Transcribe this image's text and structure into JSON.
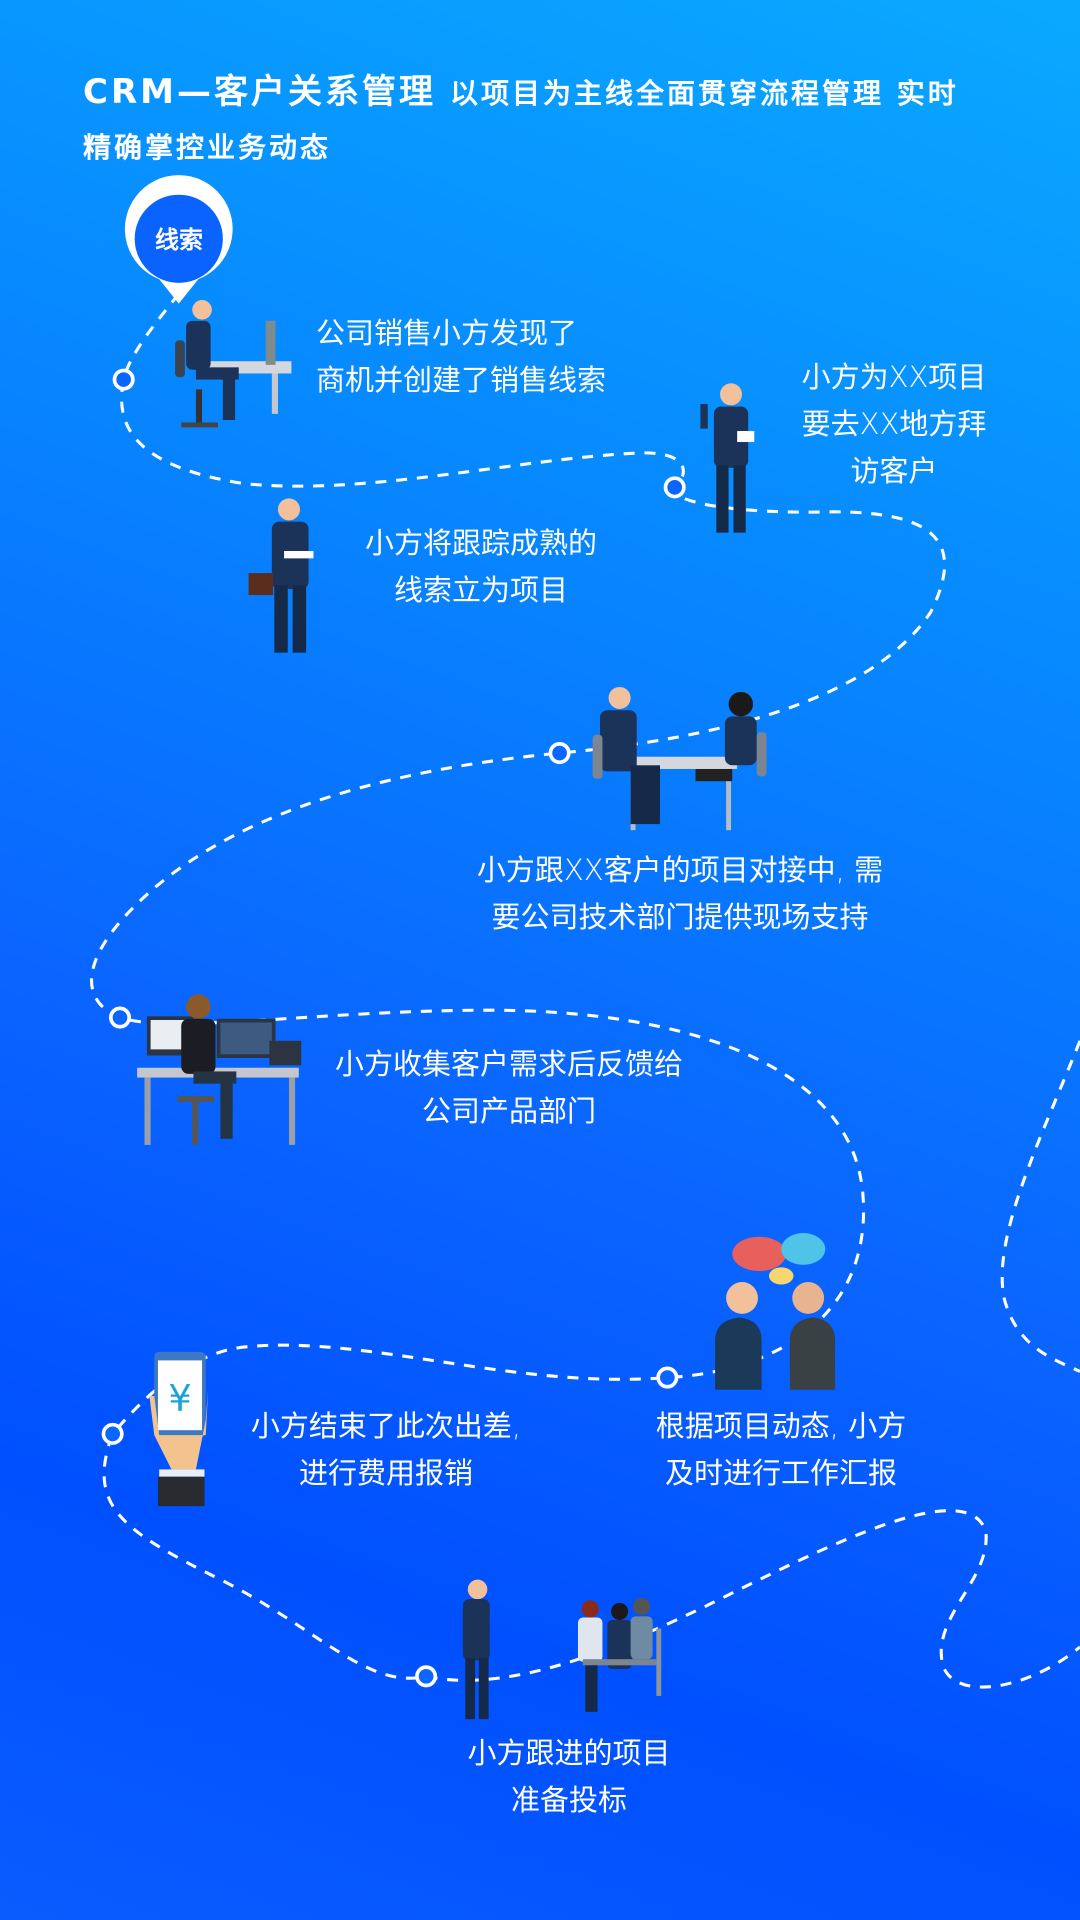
{
  "header": {
    "title_main": "CRM—客户关系管理",
    "title_sub": "以项目为主线全面贯穿流程管理 实时",
    "title_line2": "精确掌控业务动态"
  },
  "pin": {
    "label": "线索"
  },
  "steps": [
    {
      "lines": [
        "公司销售小方发现了",
        "商机并创建了销售线索"
      ]
    },
    {
      "lines": [
        "小方为XX项目",
        "要去XX地方拜",
        "访客户"
      ]
    },
    {
      "lines": [
        "小方将跟踪成熟的",
        "线索立为项目"
      ]
    },
    {
      "lines": [
        "小方跟XX客户的项目对接中, 需",
        "要公司技术部门提供现场支持"
      ]
    },
    {
      "lines": [
        "小方收集客户需求后反馈给",
        "公司产品部门"
      ]
    },
    {
      "lines": [
        "小方结束了此次出差,",
        "进行费用报销"
      ]
    },
    {
      "lines": [
        "根据项目动态, 小方",
        "及时进行工作汇报"
      ]
    },
    {
      "lines": [
        "小方跟进的项目",
        "准备投标"
      ]
    }
  ],
  "colors": {
    "bg_top": "#0aa9ff",
    "bg_bottom": "#0050ff",
    "suit": "#1b3358"
  }
}
